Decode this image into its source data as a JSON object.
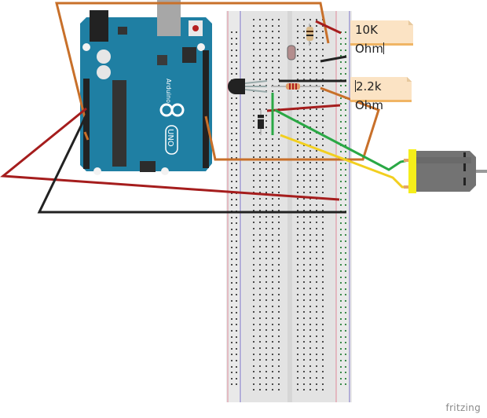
{
  "diagram": {
    "tool": "fritzing",
    "view": "breadboard",
    "components": {
      "microcontroller": {
        "name": "Arduino UNO",
        "brand_text": "Arduino",
        "model_text": "UNO",
        "board_color": "#1f7fa3"
      },
      "breadboard": {
        "name": "Full breadboard"
      },
      "motor": {
        "name": "DC Motor",
        "cap_color": "#f5ee1a"
      },
      "transistor": {
        "name": "NPN transistor"
      },
      "diode": {
        "name": "Diode"
      },
      "photoresistor": {
        "name": "Photocell (LDR)"
      },
      "resistor_1": {
        "name": "Resistor",
        "label": "10K Ohm"
      },
      "resistor_2": {
        "name": "Resistor",
        "label": "2.2k Ohm"
      }
    },
    "notes": [
      {
        "text": "10K Ohm"
      },
      {
        "text": "2.2k Ohm"
      }
    ],
    "wire_colors": {
      "orange": "#c8702a",
      "red": "#a51d1d",
      "black": "#222222",
      "green": "#2aa845",
      "yellow": "#f2cf1f"
    },
    "watermark": "fritzing"
  }
}
